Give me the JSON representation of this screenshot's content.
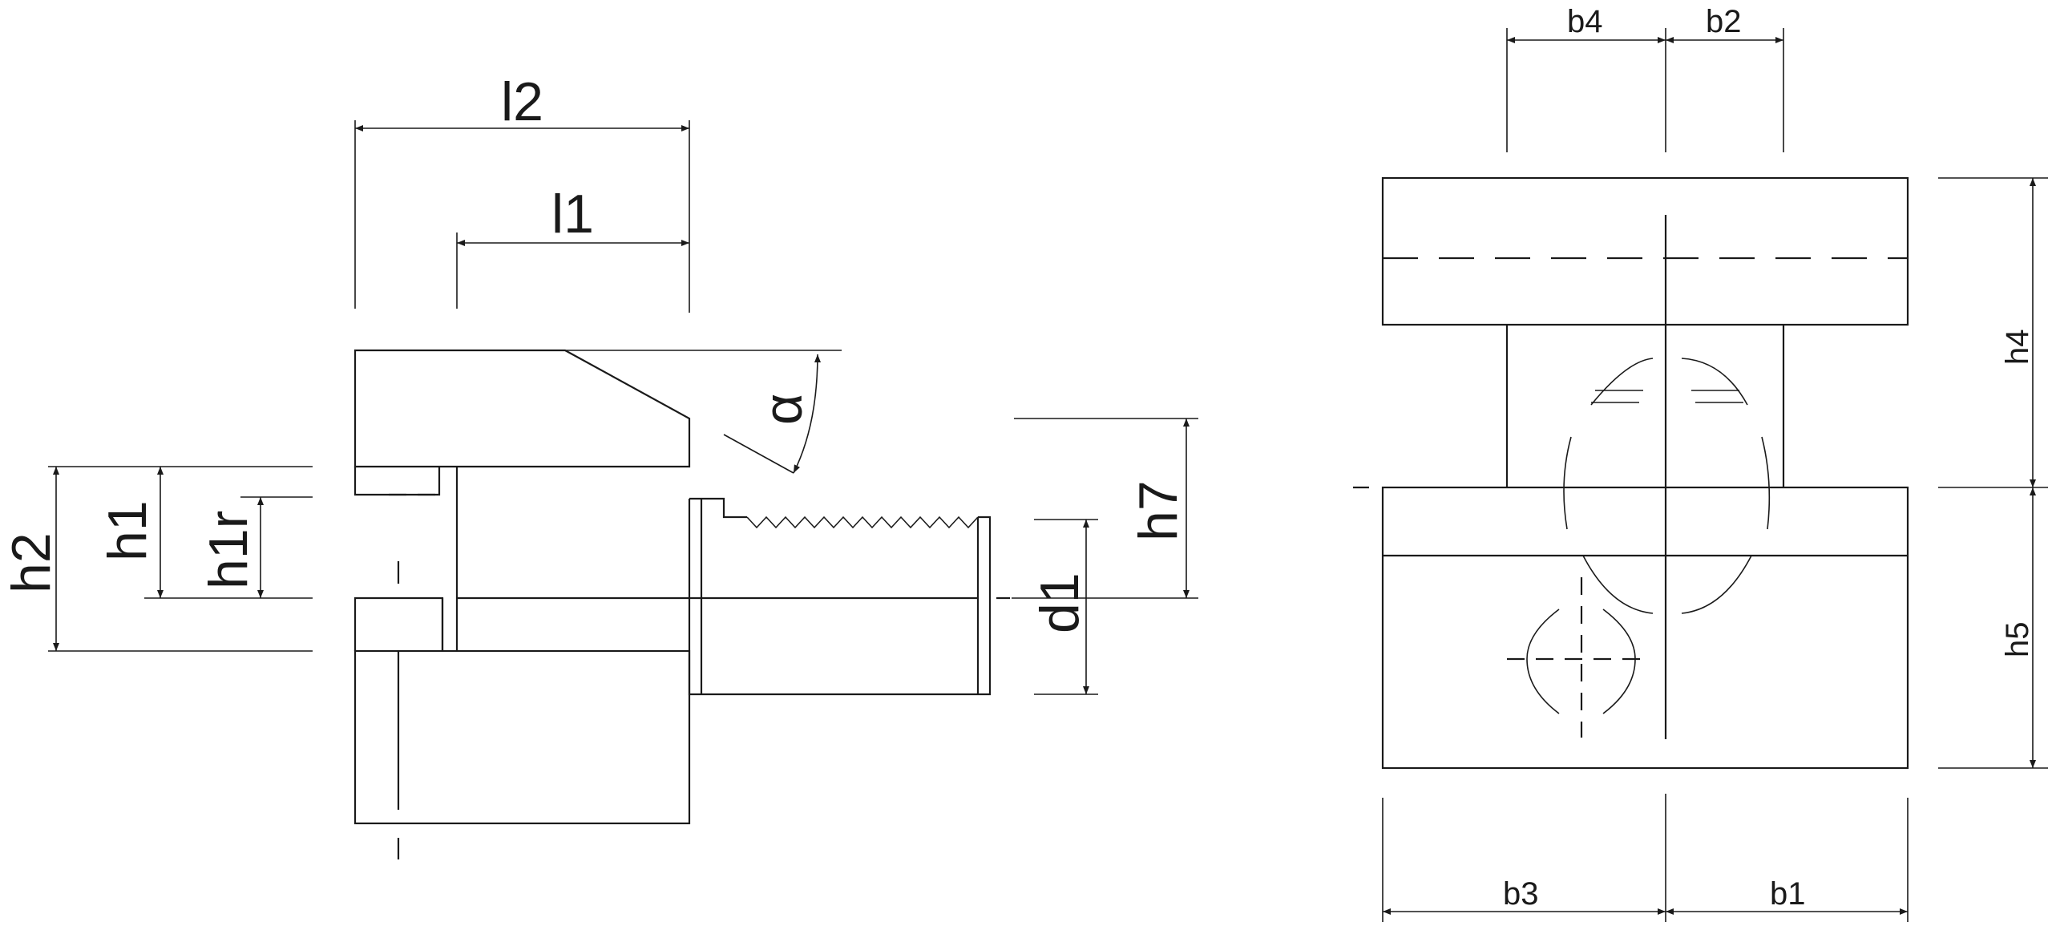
{
  "labels": {
    "l2": "l2",
    "l1": "l1",
    "alpha": "α",
    "h2": "h2",
    "h1": "h1",
    "h1r": "h1r",
    "h7": "h7",
    "d1": "d1",
    "b4": "b4",
    "b2": "b2",
    "h4": "h4",
    "h5": "h5",
    "b3": "b3",
    "b1": "b1"
  }
}
